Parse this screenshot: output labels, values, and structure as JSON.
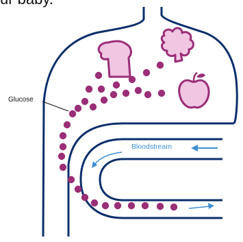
{
  "header": {
    "fragment_text": "ur baby."
  },
  "labels": {
    "glucose": "Glucose",
    "bloodstream": "Bloodstream"
  },
  "colors": {
    "outline": "#0b2f6b",
    "glucose_dot": "#9a2e77",
    "food_fill": "#f1c6e3",
    "food_stroke": "#9a2e77",
    "bloodstream_text": "#3d8fd6",
    "arrow": "#3d8fd6"
  },
  "icons": [
    "bread-icon",
    "broccoli-icon",
    "apple-icon"
  ]
}
